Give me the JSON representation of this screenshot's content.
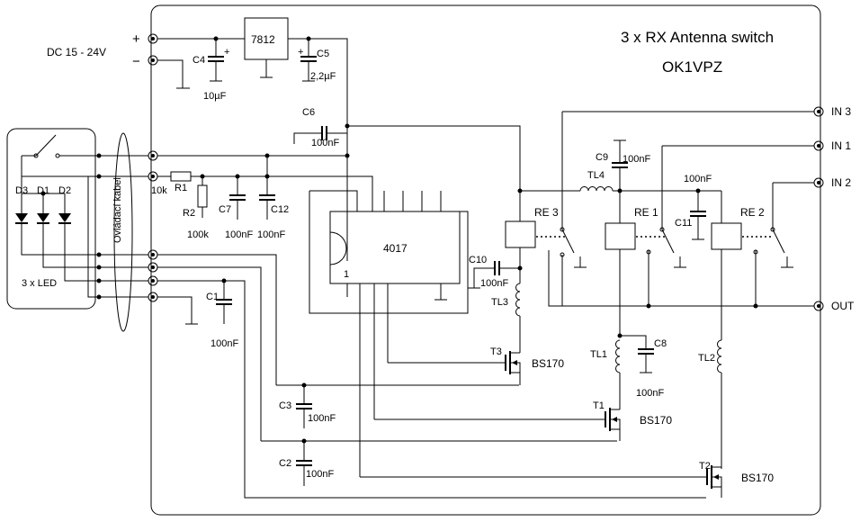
{
  "title": {
    "line1": "3 x RX Antenna switch",
    "line2": "OK1VPZ"
  },
  "power": {
    "dc_label": "DC 15 - 24V",
    "plus": "+",
    "minus": "−",
    "regulator": "7812",
    "c4": {
      "name": "C4",
      "value": "10µF"
    },
    "c5": {
      "name": "C5",
      "value": "2,2µF"
    },
    "c6": {
      "name": "C6",
      "value": "100nF"
    }
  },
  "control": {
    "r1": {
      "name": "R1",
      "value": "10k"
    },
    "r2": {
      "name": "R2",
      "value": "100k"
    },
    "c7": {
      "name": "C7",
      "value": "100nF"
    },
    "c12": {
      "name": "C12",
      "value": "100nF"
    },
    "c1": {
      "name": "C1",
      "value": "100nF"
    },
    "c2": {
      "name": "C2",
      "value": "100nF"
    },
    "c3": {
      "name": "C3",
      "value": "100nF"
    },
    "ic": {
      "name": "4017",
      "pin1": "1"
    },
    "cable_label": "Ovládací kabel"
  },
  "leds": {
    "d3": "D3",
    "d1": "D1",
    "d2": "D2",
    "label": "3 x LED"
  },
  "rf": {
    "re3": "RE 3",
    "re1": "RE 1",
    "re2": "RE 2",
    "tl1": "TL1",
    "tl2": "TL2",
    "tl3": "TL3",
    "tl4": "TL4",
    "c8": {
      "name": "C8",
      "value": "100nF"
    },
    "c9": {
      "name": "C9",
      "value": "100nF"
    },
    "c10": {
      "name": "C10",
      "value": "100nF"
    },
    "c11": {
      "name": "C11",
      "value": "100nF"
    },
    "t1": {
      "name": "T1",
      "type": "BS170"
    },
    "t2": {
      "name": "T2",
      "type": "BS170"
    },
    "t3": {
      "name": "T3",
      "type": "BS170"
    }
  },
  "ports": {
    "in3": "IN 3",
    "in1": "IN 1",
    "in2": "IN 2",
    "out": "OUT"
  }
}
